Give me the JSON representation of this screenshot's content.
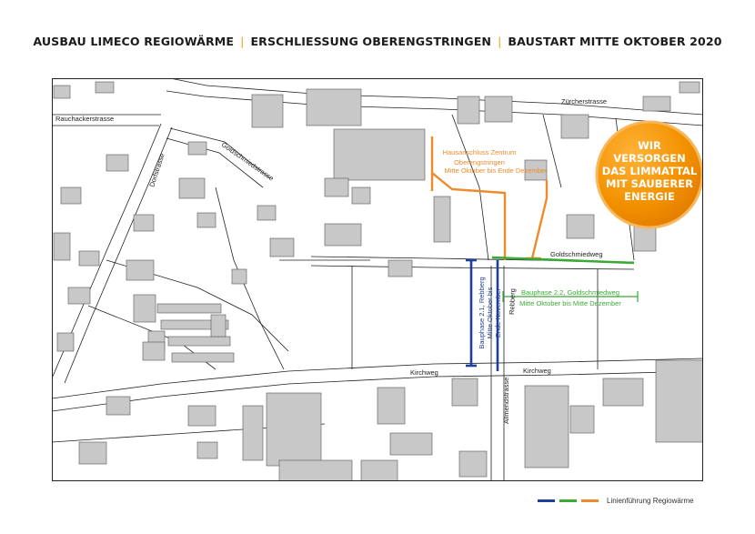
{
  "header": {
    "part1": "AUSBAU LIMECO REGIOWÄRME",
    "part2": "ERSCHLIESSUNG OBERENGSTRINGEN",
    "part3": "BAUSTART MITTE OKTOBER 2020",
    "separator": "|"
  },
  "streets": {
    "zuercherstrasse": "Zürcherstrasse",
    "rauchackerstrasse": "Rauchackerstrasse",
    "goldschmiedstrasse": "Goldschmiedstrasse",
    "dorfstrasse": "Dorfstrasse",
    "goldschmiedweg": "Goldschmiedweg",
    "rebberg": "Rebberg",
    "kirchweg_left": "Kirchweg",
    "kirchweg_right": "Kirchweg",
    "allmendstrasse": "Allmendstrasse"
  },
  "annotations": {
    "orange": [
      "Hausanschluss Zentrum",
      "Oberengstringen",
      "Mitte Oktober bis Ende Dezember"
    ],
    "blue": [
      "Bauphase 2.1, Rebberg",
      "Mitte Oktober bis",
      "Ende November"
    ],
    "green": [
      "Bauphase 2.2, Goldschmiedweg",
      "Mitte Oktober bis Mitte Dezember"
    ]
  },
  "badge": {
    "lines": [
      "WIR",
      "VERSORGEN",
      "DAS LIMMATTAL",
      "MIT SAUBERER",
      "ENERGIE"
    ]
  },
  "legend": {
    "label": "Linienführung Regiowärme"
  },
  "colors": {
    "blue": "#1f3f99",
    "green": "#3aa935",
    "orange": "#ef8a2a",
    "separator": "#f0a020",
    "badge": "#f39200",
    "buildings": "#c8c8c8"
  }
}
